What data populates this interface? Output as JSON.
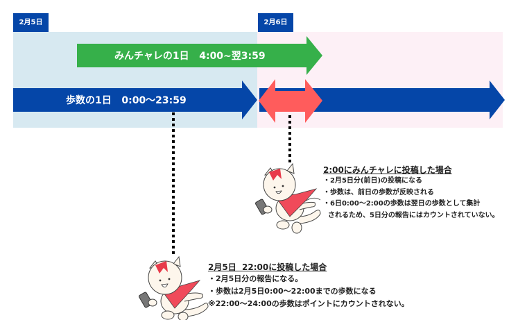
{
  "dates": {
    "day1": "2月5日",
    "day2": "2月6日"
  },
  "arrows": {
    "minchalle_day": "みんチャレの1日   4:00~翌3:59",
    "steps_day": "歩数の1日   0:00〜23:59"
  },
  "colors": {
    "day1_bg": "#d7e9f1",
    "day2_bg": "#fdf0f6",
    "date_label": "#0546a8",
    "green_arrow": "#36b04a",
    "blue_arrow": "#0546a8",
    "red_arrow": "#ff5c5c"
  },
  "callouts": [
    {
      "title": "2:00にみんチャレに投稿した場合",
      "lines": [
        "・2月5日分(前日)の投稿になる",
        "・歩数は、前日の歩数が反映される",
        "・6日0:00〜2:00の歩数は翌日の歩数として集計",
        "  されるため、5日分の報告にはカウントされていない。"
      ]
    },
    {
      "title": "2月5日  22:00に投稿した場合",
      "lines": [
        "・2月5日分の報告になる。",
        "・歩数は2月5日0:00〜22:00までの歩数になる",
        "※22:00〜24:00の歩数はポイントにカウントされない。"
      ]
    }
  ]
}
